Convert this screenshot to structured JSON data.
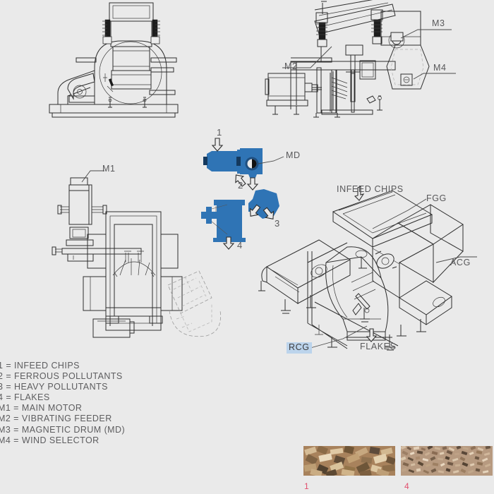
{
  "page": {
    "background_color": "#eaeaea",
    "line_color": "#2e2e2e",
    "accent_blue": "#2f74b5",
    "label_color": "#58585a",
    "highlight_color": "#bcd4ec",
    "caption_color": "#e2506e"
  },
  "legend": {
    "items": [
      {
        "key": "1",
        "text": "1 = INFEED CHIPS"
      },
      {
        "key": "2",
        "text": "2 = FERROUS POLLUTANTS"
      },
      {
        "key": "3",
        "text": "3 = HEAVY POLLUTANTS"
      },
      {
        "key": "4",
        "text": "4 = FLAKES"
      },
      {
        "key": "M1",
        "text": "M1 = MAIN MOTOR"
      },
      {
        "key": "M2",
        "text": "M2 = VIBRATING FEEDER"
      },
      {
        "key": "M3",
        "text": "M3 = MAGNETIC DRUM (MD)"
      },
      {
        "key": "M4",
        "text": "M4 = WIND SELECTOR"
      }
    ]
  },
  "drawings": {
    "front_elevation": {
      "name": "front-elevation-view"
    },
    "side_elevation": {
      "name": "side-elevation-view",
      "labels": [
        {
          "id": "M2",
          "text": "M2"
        },
        {
          "id": "M3",
          "text": "M3"
        },
        {
          "id": "M4",
          "text": "M4"
        }
      ]
    },
    "plan_view": {
      "name": "plan-view",
      "labels": [
        {
          "id": "M1",
          "text": "M1"
        }
      ]
    },
    "flow_schematic": {
      "name": "material-flow-schematic",
      "labels": [
        {
          "id": "1",
          "text": "1"
        },
        {
          "id": "2",
          "text": "2"
        },
        {
          "id": "3",
          "text": "3"
        },
        {
          "id": "4",
          "text": "4"
        },
        {
          "id": "MD",
          "text": "MD"
        }
      ]
    },
    "isometric": {
      "name": "isometric-assembly-view",
      "labels": [
        {
          "id": "infeed",
          "text": "INFEED CHIPS"
        },
        {
          "id": "fgg",
          "text": "FGG"
        },
        {
          "id": "acg",
          "text": "ACG"
        },
        {
          "id": "rcg",
          "text": "RCG",
          "highlighted": true
        },
        {
          "id": "flakes",
          "text": "FLAKES"
        }
      ]
    }
  },
  "thumbnails": [
    {
      "caption": "1",
      "alt": "wood-chips-photo"
    },
    {
      "caption": "4",
      "alt": "wood-flakes-photo"
    }
  ]
}
